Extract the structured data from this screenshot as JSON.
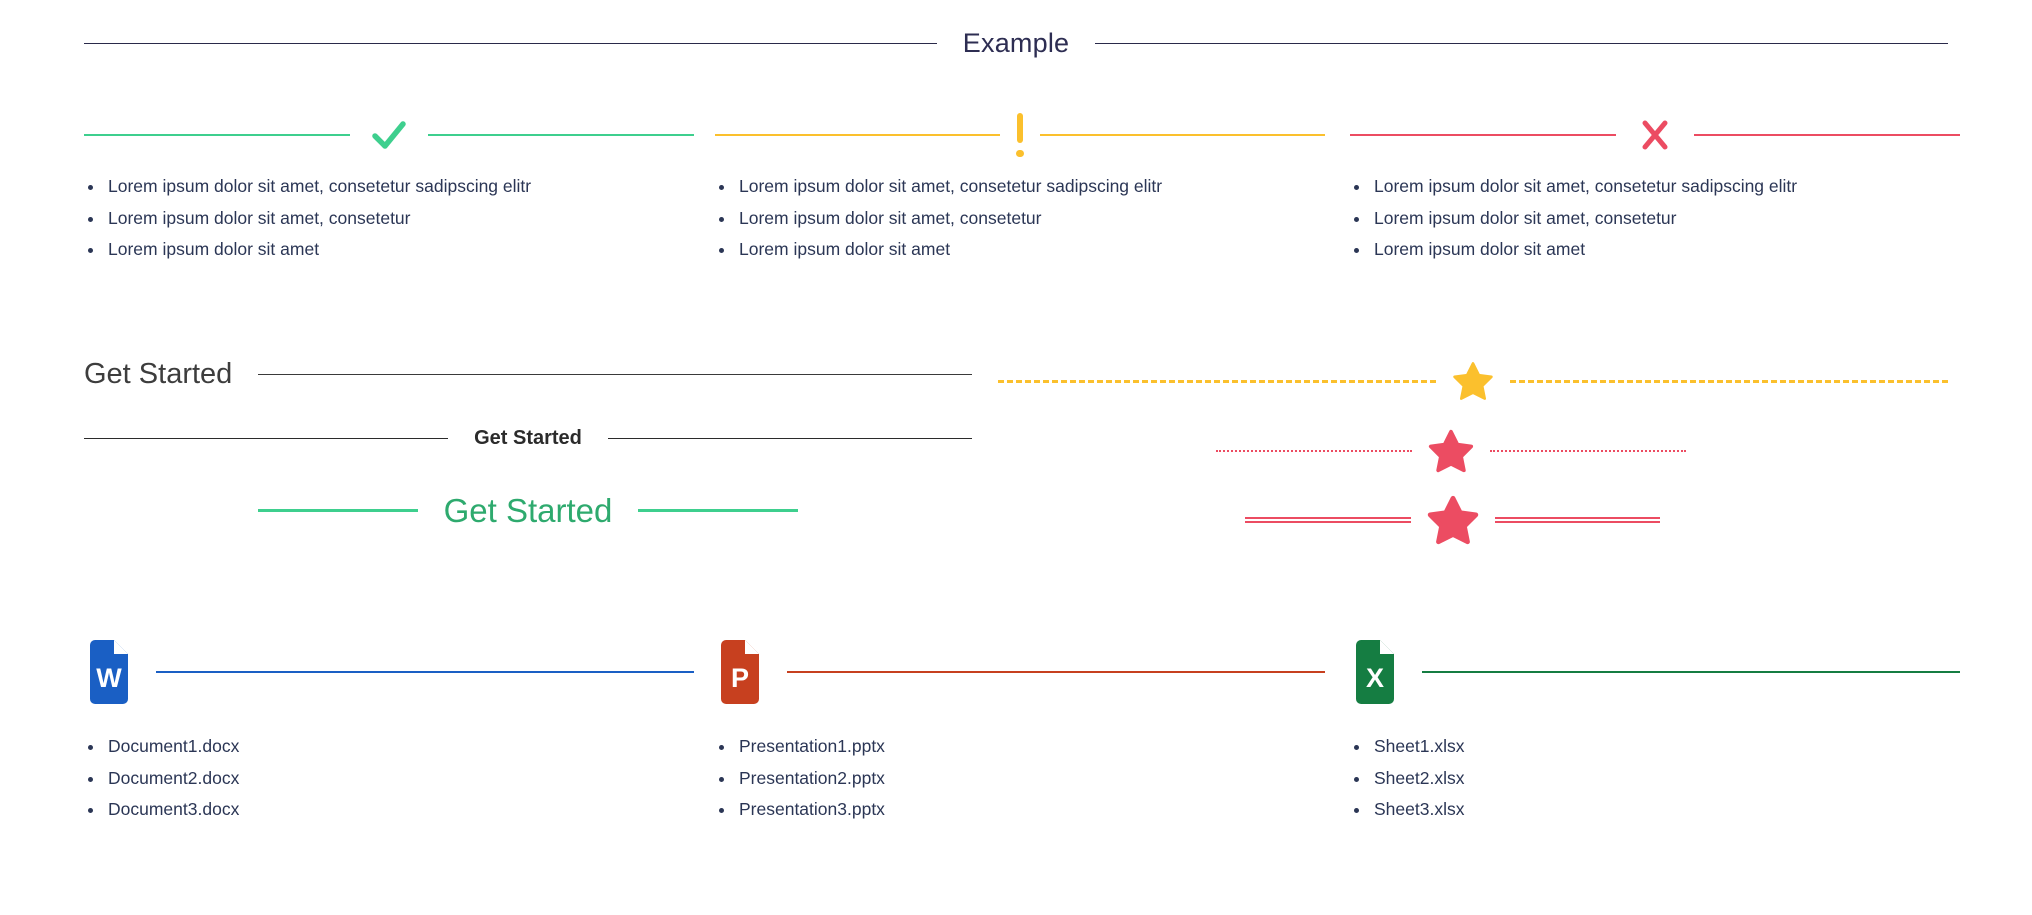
{
  "header": {
    "title": "Example",
    "icon": "horizontal-rule"
  },
  "status_dividers": [
    {
      "label": "success-divider",
      "icon": "check-icon",
      "color": "#3ecf8e"
    },
    {
      "label": "warning-divider",
      "icon": "exclamation-icon",
      "color": "#fbc02d"
    },
    {
      "label": "error-divider",
      "icon": "close-x-icon",
      "color": "#ec4c62"
    }
  ],
  "status_lists": [
    {
      "items": [
        "Lorem ipsum dolor sit amet, consetetur sadipscing elitr",
        "Lorem ipsum dolor sit amet, consetetur",
        "Lorem ipsum dolor sit amet"
      ]
    },
    {
      "items": [
        "Lorem ipsum dolor sit amet, consetetur sadipscing elitr",
        "Lorem ipsum dolor sit amet, consetetur",
        "Lorem ipsum dolor sit amet"
      ]
    },
    {
      "items": [
        "Lorem ipsum dolor sit amet, consetetur sadipscing elitr",
        "Lorem ipsum dolor sit amet, consetetur",
        "Lorem ipsum dolor sit amet"
      ]
    }
  ],
  "get_started": [
    {
      "label": "Get Started",
      "style": "left-aligned-regular",
      "color": "#3d3d3d"
    },
    {
      "label": "Get Started",
      "style": "centered-bold",
      "color": "#2b2b2b"
    },
    {
      "label": "Get Started",
      "style": "centered-green-large",
      "color": "#2eaa6e"
    }
  ],
  "star_dividers": [
    {
      "icon": "star-icon",
      "color": "#fbc02d",
      "line_style": "dashed"
    },
    {
      "icon": "star-icon",
      "color": "#ec4c62",
      "line_style": "dotted"
    },
    {
      "icon": "star-icon",
      "color": "#ec4c62",
      "line_style": "double"
    }
  ],
  "file_sections": [
    {
      "icon": "word-document-icon",
      "letter": "W",
      "color": "#1a5fc4",
      "files": [
        "Document1.docx",
        "Document2.docx",
        "Document3.docx"
      ]
    },
    {
      "icon": "powerpoint-document-icon",
      "letter": "P",
      "color": "#c7401f",
      "files": [
        "Presentation1.pptx",
        "Presentation2.pptx",
        "Presentation3.pptx"
      ]
    },
    {
      "icon": "excel-document-icon",
      "letter": "X",
      "color": "#157d42",
      "files": [
        "Sheet1.xlsx",
        "Sheet2.xlsx",
        "Sheet3.xlsx"
      ]
    }
  ]
}
